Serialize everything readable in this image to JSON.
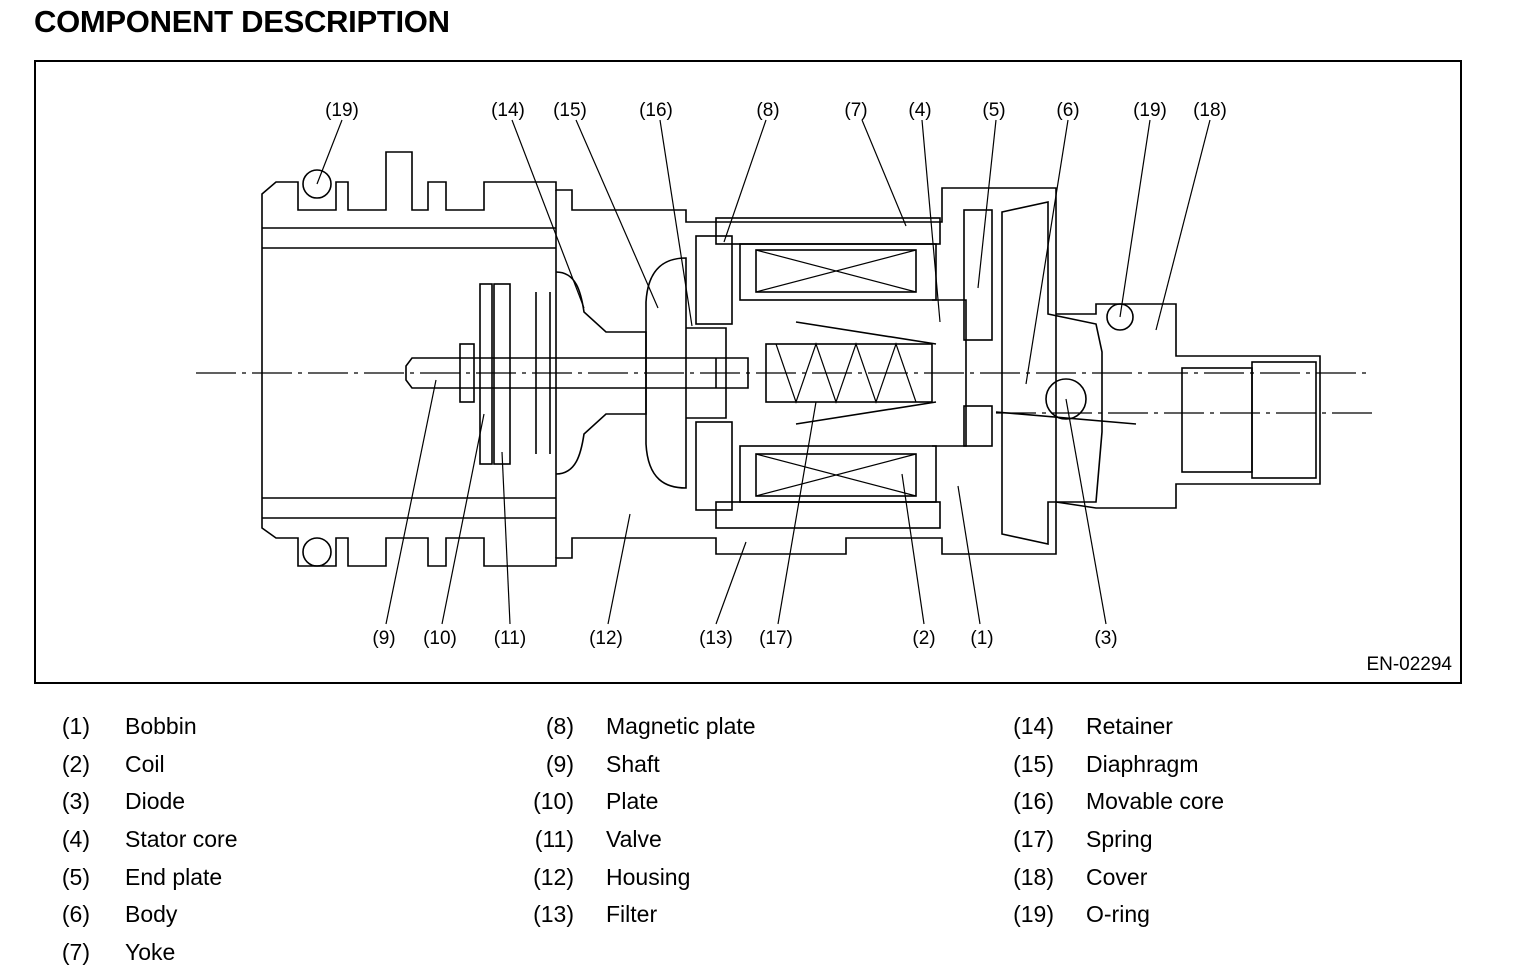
{
  "page_title": "COMPONENT DESCRIPTION",
  "figure": {
    "code": "EN-02294",
    "callouts_top": [
      "(19)",
      "(14)",
      "(15)",
      "(16)",
      "(8)",
      "(7)",
      "(4)",
      "(5)",
      "(6)",
      "(19)",
      "(18)"
    ],
    "callouts_bottom": [
      "(9)",
      "(10)",
      "(11)",
      "(12)",
      "(13)",
      "(17)",
      "(2)",
      "(1)",
      "(3)"
    ]
  },
  "legend": {
    "columns": [
      [
        {
          "num": "(1)",
          "label": "Bobbin"
        },
        {
          "num": "(2)",
          "label": "Coil"
        },
        {
          "num": "(3)",
          "label": "Diode"
        },
        {
          "num": "(4)",
          "label": "Stator core"
        },
        {
          "num": "(5)",
          "label": "End plate"
        },
        {
          "num": "(6)",
          "label": "Body"
        },
        {
          "num": "(7)",
          "label": "Yoke"
        }
      ],
      [
        {
          "num": "(8)",
          "label": "Magnetic plate"
        },
        {
          "num": "(9)",
          "label": "Shaft"
        },
        {
          "num": "(10)",
          "label": "Plate"
        },
        {
          "num": "(11)",
          "label": "Valve"
        },
        {
          "num": "(12)",
          "label": "Housing"
        },
        {
          "num": "(13)",
          "label": "Filter"
        }
      ],
      [
        {
          "num": "(14)",
          "label": "Retainer"
        },
        {
          "num": "(15)",
          "label": "Diaphragm"
        },
        {
          "num": "(16)",
          "label": "Movable core"
        },
        {
          "num": "(17)",
          "label": "Spring"
        },
        {
          "num": "(18)",
          "label": "Cover"
        },
        {
          "num": "(19)",
          "label": "O-ring"
        }
      ]
    ]
  }
}
